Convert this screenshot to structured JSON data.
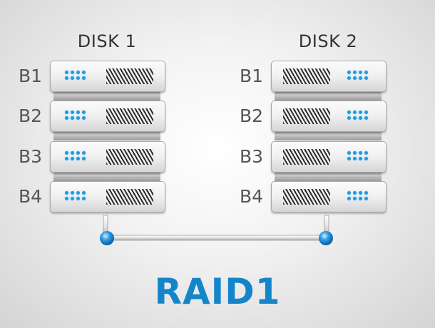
{
  "title": "RAID1",
  "disks": [
    {
      "name": "DISK 1",
      "blocks": [
        "B1",
        "B2",
        "B3",
        "B4"
      ]
    },
    {
      "name": "DISK 2",
      "blocks": [
        "B1",
        "B2",
        "B3",
        "B4"
      ]
    }
  ],
  "colors": {
    "accent": "#1585c9",
    "led": "#1e9ae0",
    "connector": "#1e8ad6"
  }
}
